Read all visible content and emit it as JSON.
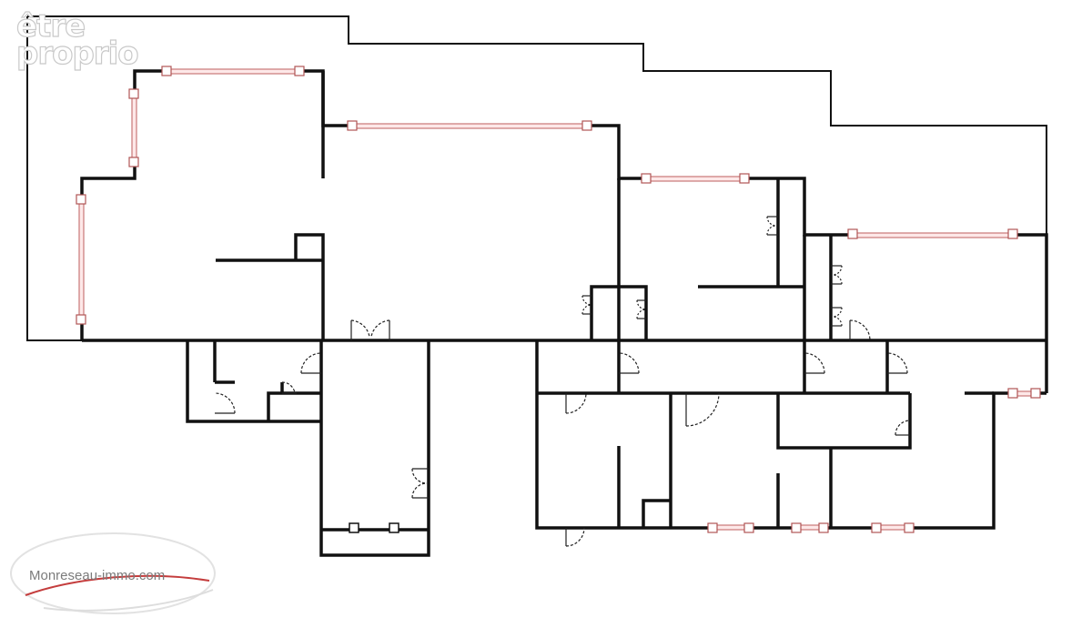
{
  "watermark": {
    "top_line1": "être",
    "top_line2": "proprio",
    "logo_text": "Monreseau-immo.com"
  },
  "colors": {
    "wall": "#111111",
    "window": "#e8a0a0",
    "window_fill": "#fde8e8",
    "door": "#222222",
    "logo_swoosh": "#c43d3d"
  }
}
